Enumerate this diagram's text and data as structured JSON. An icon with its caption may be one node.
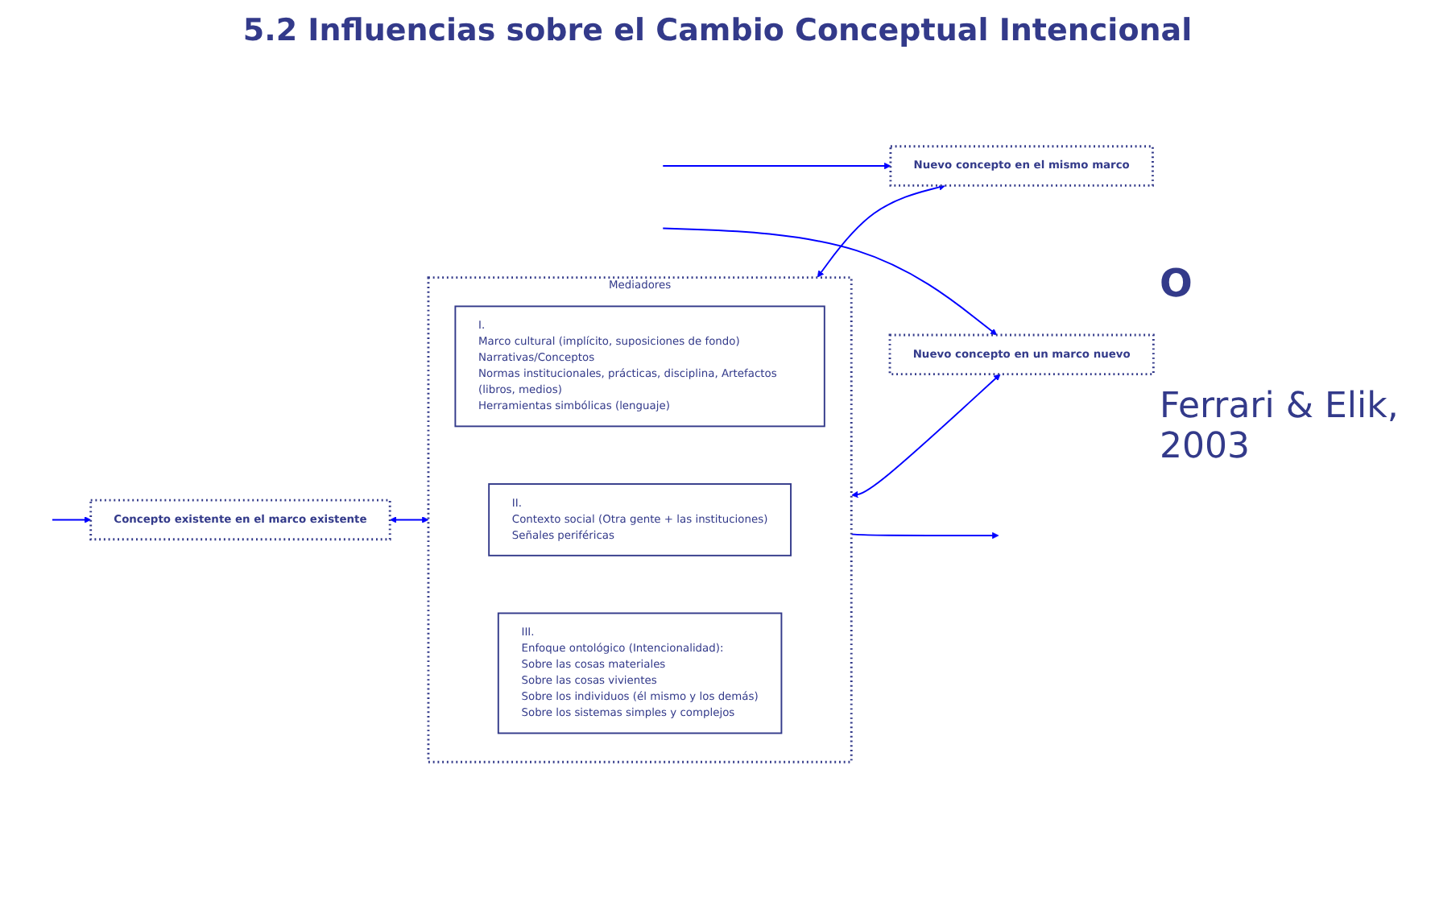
{
  "diagram": {
    "title": "5.2 Influencias sobre el Cambio Conceptual Intencional",
    "nodes": [
      {
        "text": [
          "Concepto existente en el marco existente"
        ]
      },
      {
        "text": [
          "Mediadores"
        ]
      },
      {
        "text": [
          "I.",
          "Marco cultural (implícito, suposiciones de fondo)",
          "Narrativas/Conceptos",
          "Normas institucionales, prácticas, disciplina, Artefactos (libros, medios)",
          "Herramientas simbólicas (lenguaje)"
        ],
        "in": 1
      },
      {
        "text": [
          "II.",
          "Contexto social (Otra gente + las instituciones)",
          "Señales periféricas"
        ],
        "in": 1
      },
      {
        "text": [
          "III.",
          "Enfoque ontológico (Intencionalidad):",
          "Sobre las cosas materiales",
          "Sobre las cosas vivientes",
          "Sobre los individuos (él mismo y los demás)",
          "Sobre los sistemas simples y complejos"
        ],
        "in": 1
      },
      {
        "text": [
          "Nuevo concepto en el mismo marco"
        ]
      },
      {
        "text": [
          "Nuevo concepto en un marco nuevo"
        ]
      }
    ],
    "edges": [
      {
        "from": 0,
        "to": 1,
        "arrow": "both"
      },
      {
        "from": 1,
        "to": 5,
        "arrow": "both"
      },
      {
        "from": 1,
        "to": 6,
        "arrow": "both"
      },
      {
        "from": null,
        "to": 0,
        "arrow": "to"
      },
      {
        "from": 1,
        "to": null,
        "arrow": "to"
      },
      {
        "from": null,
        "to": 6,
        "arrow": "to"
      },
      {
        "from": null,
        "to": 5,
        "arrow": "to"
      }
    ],
    "labels": [
      "O",
      "Ferrari & Elik, 2003"
    ]
  }
}
